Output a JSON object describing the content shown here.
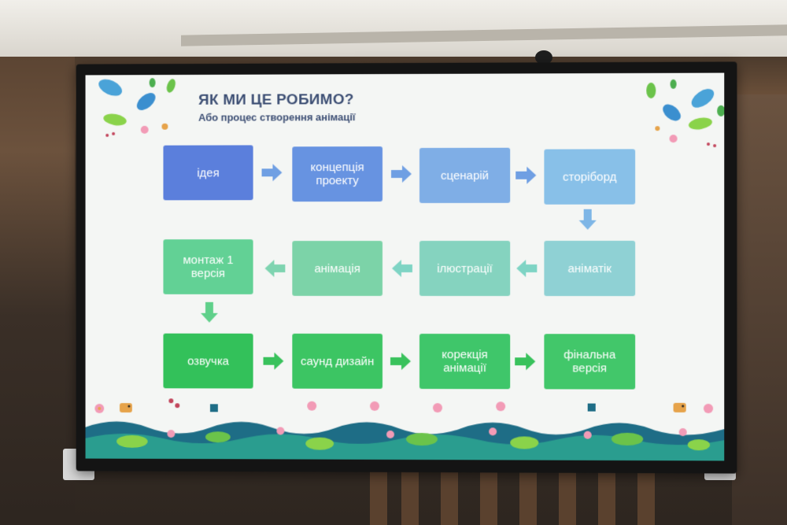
{
  "slide": {
    "title": "ЯК МИ ЦЕ РОБИМО?",
    "subtitle": "Або процес створення анімації"
  },
  "flow": {
    "row1": [
      "ідея",
      "концепція проекту",
      "сценарій",
      "сторіборд"
    ],
    "row2": [
      "монтаж 1 версія",
      "анімація",
      "ілюстрації",
      "аніматік"
    ],
    "row3": [
      "озвучка",
      "саунд дизайн",
      "корекція анімації",
      "фінальна версія"
    ]
  },
  "colors": {
    "row1": [
      "#5b7fdc",
      "#6793e1",
      "#7faee6",
      "#88c0e8"
    ],
    "row2": [
      "#62d195",
      "#7cd3a8",
      "#85d3bf",
      "#8fd1d4"
    ],
    "row3": [
      "#33c15a",
      "#3cc563",
      "#3fc66a",
      "#42c76a"
    ],
    "arrow_blue": "#6f9fe3",
    "arrow_teal": "#7ed4c4",
    "arrow_green": "#39c25c",
    "title": "#3d4f74"
  },
  "icons": [
    "leaf-icon",
    "flower-icon",
    "bird-icon",
    "right-arrow-icon",
    "down-arrow-icon",
    "left-arrow-icon"
  ]
}
